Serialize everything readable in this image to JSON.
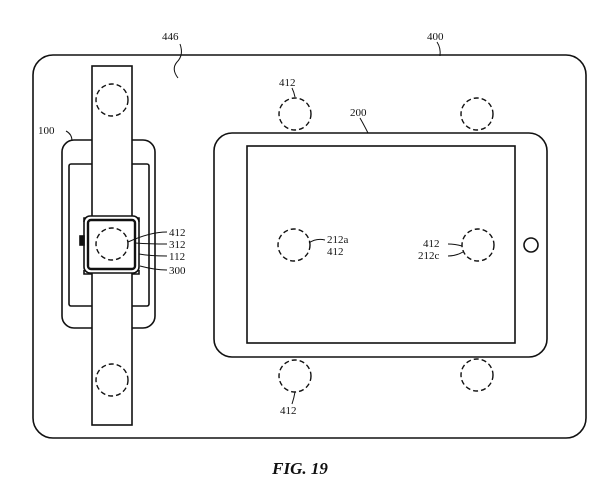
{
  "figure": {
    "caption": "FIG. 19",
    "colors": {
      "ink": "#111111",
      "screen": "#dcdcdc",
      "paper": "#ffffff"
    },
    "labels": {
      "l446": "446",
      "l400": "400",
      "l412_top_left": "412",
      "l200": "200",
      "l100": "100",
      "l412_watch": "412",
      "l312": "312",
      "l112": "112",
      "l300": "300",
      "l212a": "212a",
      "l412_center": "412",
      "l412_right": "412",
      "l212c": "212c",
      "l412_bottom": "412"
    }
  }
}
